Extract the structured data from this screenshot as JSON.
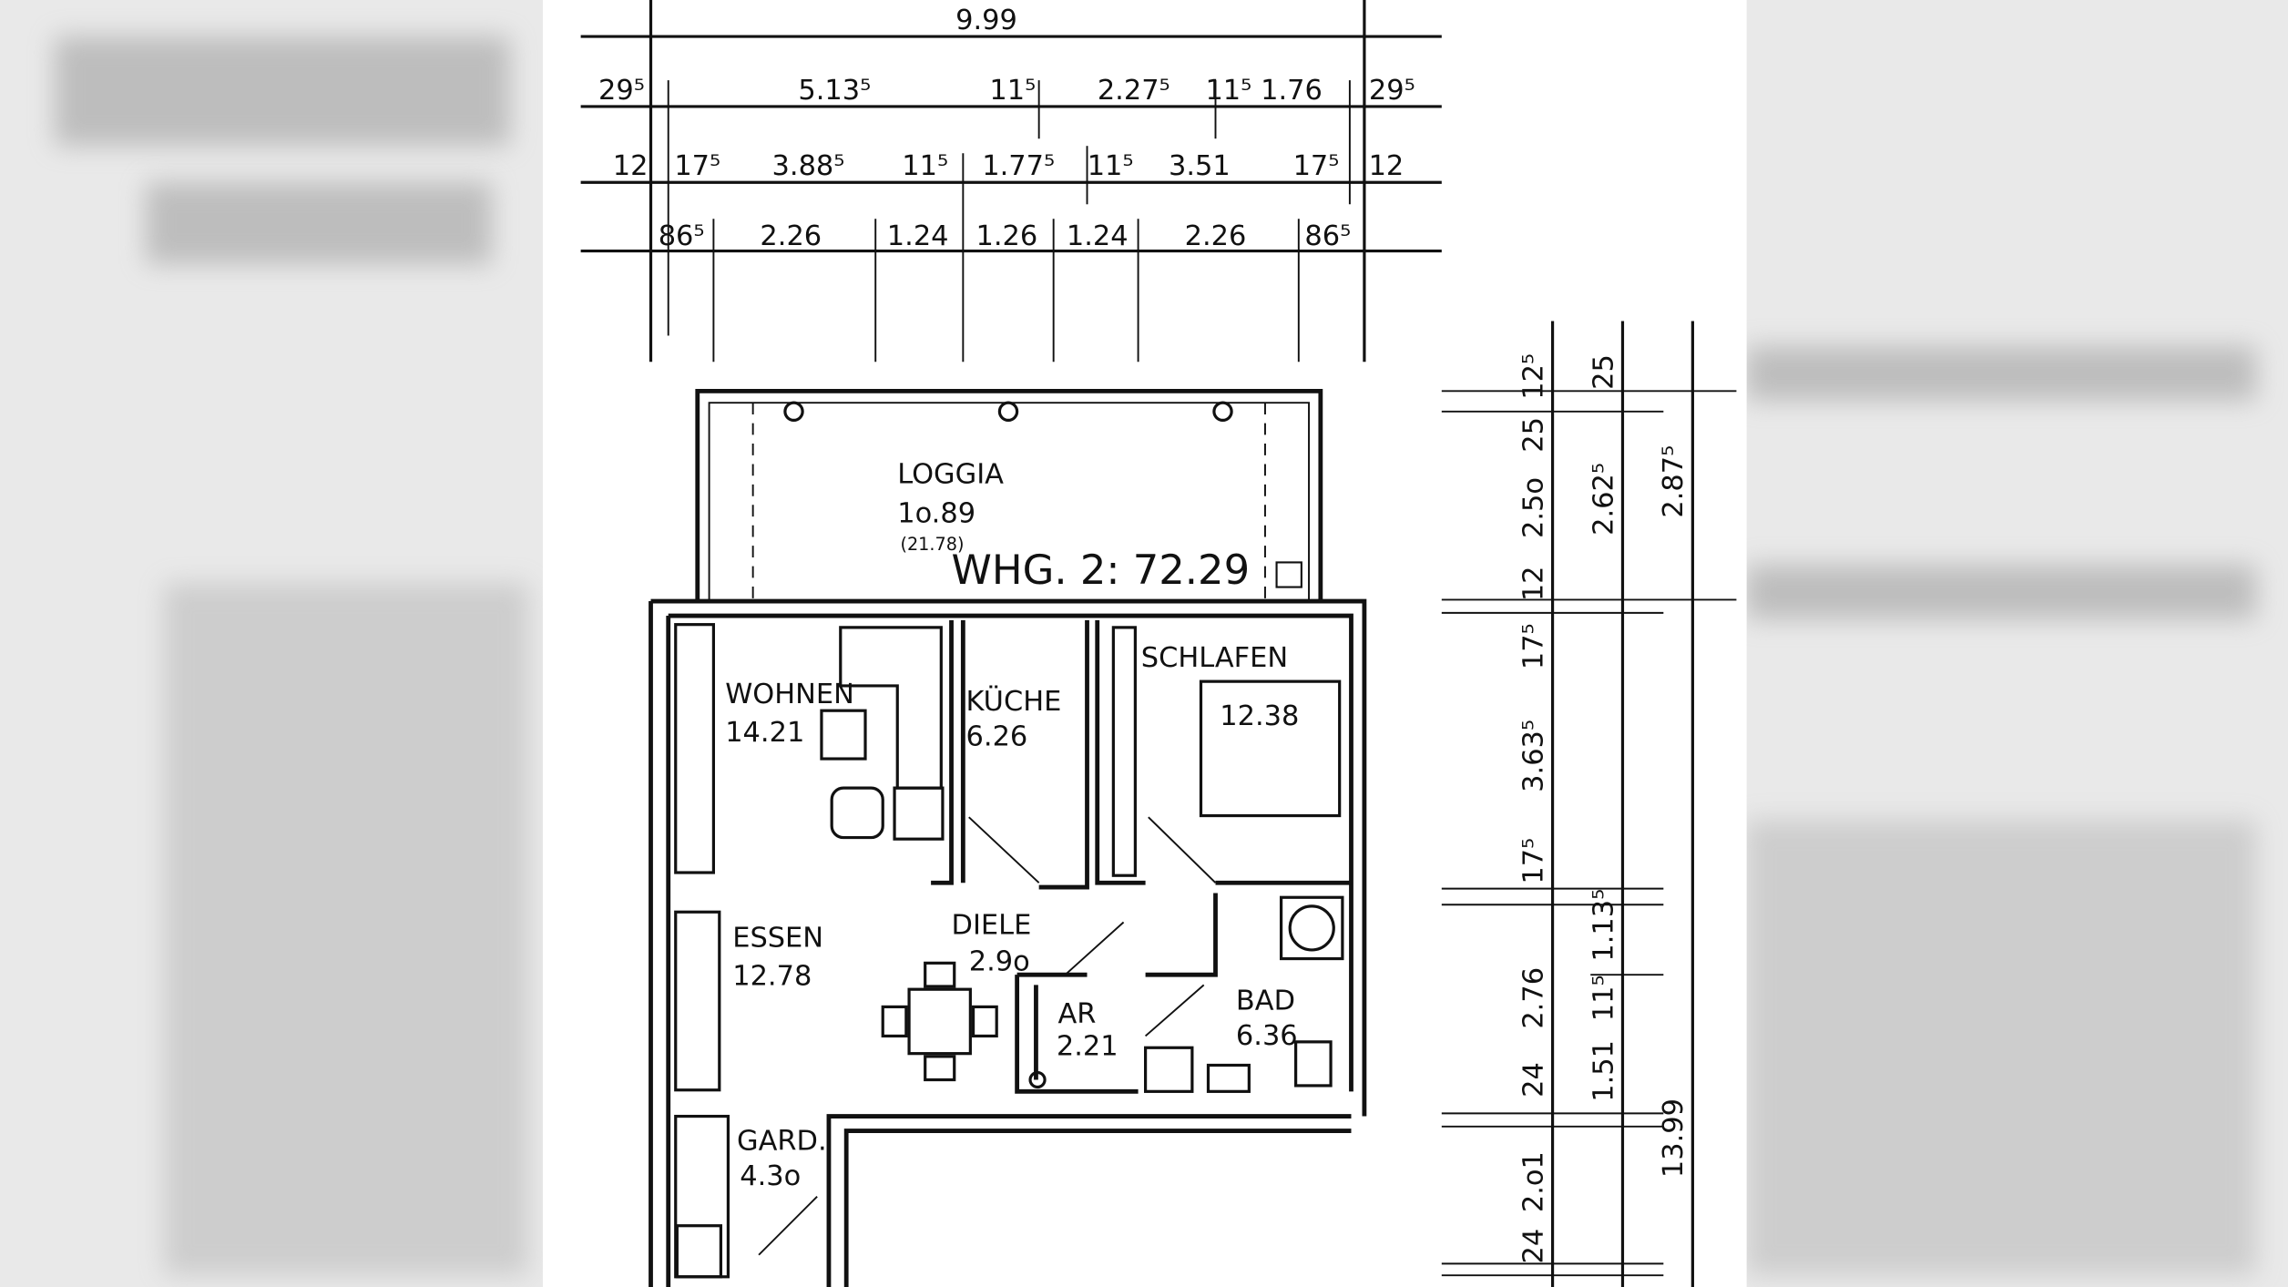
{
  "top_dimensions": {
    "overall": "9.99",
    "row2": [
      "29⁵",
      "5.13⁵",
      "11⁵",
      "2.27⁵",
      "11⁵",
      "1.76",
      "29⁵"
    ],
    "row3": [
      "12",
      "17⁵",
      "3.88⁵",
      "11⁵",
      "1.77⁵",
      "11⁵",
      "3.51",
      "17⁵",
      "12"
    ],
    "row4": [
      "86⁵",
      "2.26",
      "1.24",
      "1.26",
      "1.24",
      "2.26",
      "86⁵"
    ]
  },
  "right_dimensions": {
    "col1": [
      "12⁵",
      "25",
      "2.5o",
      "12",
      "17⁵",
      "3.63⁵",
      "17⁵",
      "2.76",
      "24",
      "2.o1",
      "24"
    ],
    "col2": [
      "25",
      "2.62⁵",
      "1.13⁵",
      "11⁵",
      "1.51"
    ],
    "col3": [
      "2.87⁵",
      "13.99"
    ]
  },
  "unit": {
    "label": "WHG. 2: 72.29",
    "marker": "□"
  },
  "rooms": {
    "loggia": {
      "name": "LOGGIA",
      "area": "1o.89",
      "note": "(21.78)"
    },
    "wohnen": {
      "name": "WOHNEN",
      "area": "14.21"
    },
    "kueche": {
      "name": "KÜCHE",
      "area": "6.26"
    },
    "schlafen": {
      "name": "SCHLAFEN",
      "area": "12.38"
    },
    "essen": {
      "name": "ESSEN",
      "area": "12.78"
    },
    "diele": {
      "name": "DIELE",
      "area": "2.9o"
    },
    "ar": {
      "name": "AR",
      "area": "2.21"
    },
    "bad": {
      "name": "BAD",
      "area": "6.36"
    },
    "gard": {
      "name": "GARD.",
      "area": "4.3o"
    }
  }
}
